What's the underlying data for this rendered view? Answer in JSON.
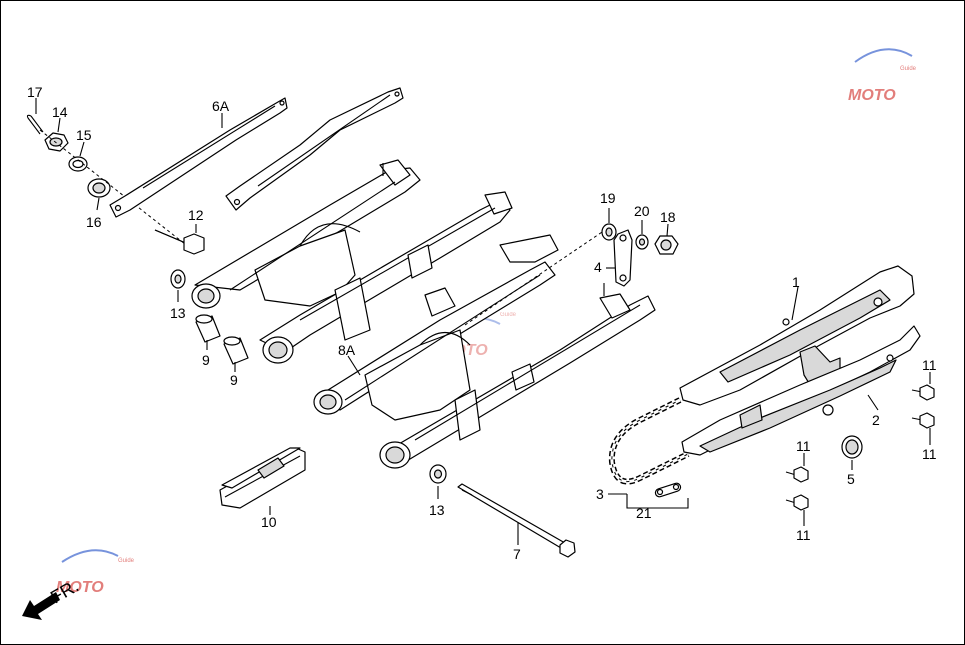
{
  "labels": {
    "p1": "1",
    "p2": "2",
    "p3": "3",
    "p4": "4",
    "p5": "5",
    "p6a": "6A",
    "p7": "7",
    "p8a": "8A",
    "p9a": "9",
    "p9b": "9",
    "p10": "10",
    "p11a": "11",
    "p11b": "11",
    "p11c": "11",
    "p11d": "11",
    "p12": "12",
    "p13a": "13",
    "p13b": "13",
    "p14": "14",
    "p15": "15",
    "p16": "16",
    "p17": "17",
    "p18": "18",
    "p19": "19",
    "p20": "20",
    "p21": "21"
  },
  "direction": {
    "label": "FR."
  },
  "watermark": {
    "text": "MOTO",
    "sub": "Guide"
  },
  "colors": {
    "line": "#000000",
    "watermark_red": "#d9534f",
    "watermark_blue": "#4a6fd1"
  }
}
